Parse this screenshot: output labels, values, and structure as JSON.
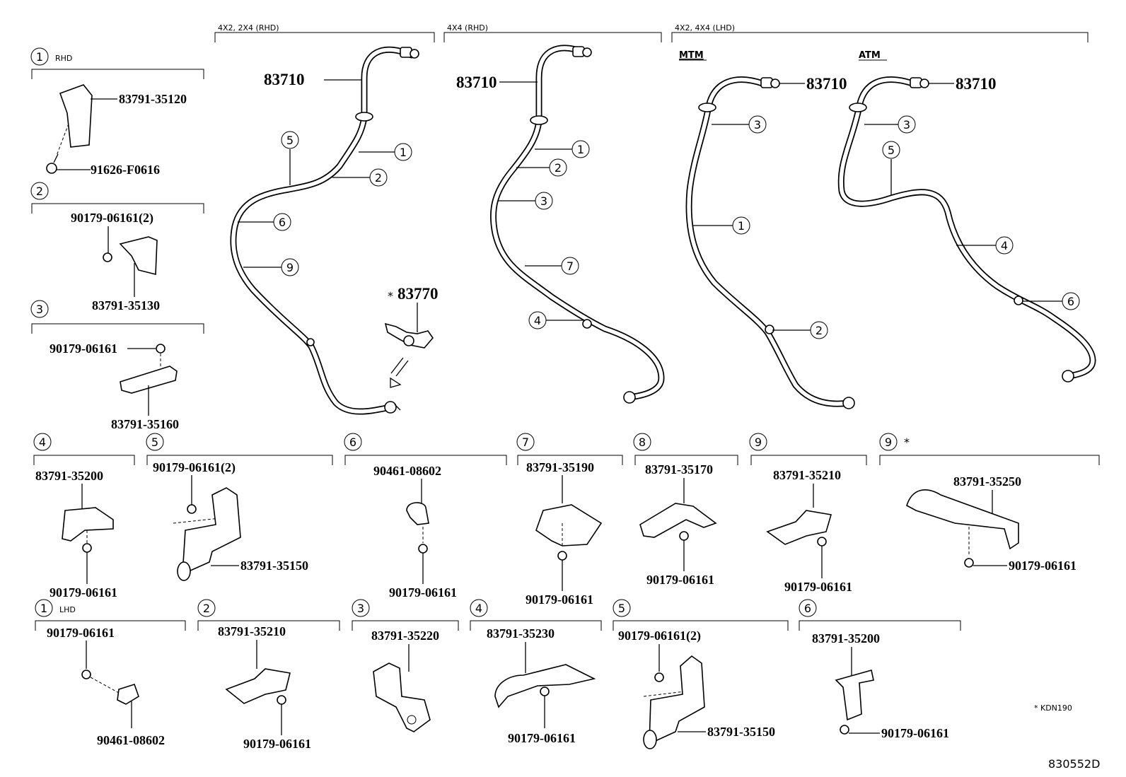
{
  "top_sections": {
    "rhd_2wd": "4X2, 2X4 (RHD)",
    "rhd_4wd": "4X4 (RHD)",
    "lhd": "4X2, 4X4 (LHD)",
    "mtm": "MTM",
    "atm": "ATM"
  },
  "hoses": {
    "hose_a": "83710",
    "hose_b": "83710",
    "hose_c": "83710",
    "hose_d": "83710",
    "sensor": "83770",
    "sensor_mark": "*"
  },
  "callouts": {
    "a": [
      "5",
      "1",
      "2",
      "6",
      "9"
    ],
    "b": [
      "1",
      "2",
      "3",
      "7",
      "4"
    ],
    "c": [
      "3",
      "1",
      "2"
    ],
    "d": [
      "3",
      "5",
      "4",
      "6"
    ]
  },
  "rhd_groups": {
    "g1": {
      "num": "1",
      "tag": "RHD",
      "parts": [
        "83791-35120",
        "91626-F0616"
      ]
    },
    "g2": {
      "num": "2",
      "parts": [
        "90179-06161(2)",
        "83791-35130"
      ]
    },
    "g3": {
      "num": "3",
      "parts": [
        "90179-06161",
        "83791-35160"
      ]
    },
    "g4": {
      "num": "4",
      "parts": [
        "83791-35200",
        "90179-06161"
      ]
    },
    "g5": {
      "num": "5",
      "parts": [
        "90179-06161(2)",
        "83791-35150"
      ]
    },
    "g6": {
      "num": "6",
      "parts": [
        "90461-08602",
        "90179-06161"
      ]
    },
    "g7": {
      "num": "7",
      "parts": [
        "83791-35190",
        "90179-06161"
      ]
    },
    "g8": {
      "num": "8",
      "parts": [
        "83791-35170",
        "90179-06161"
      ]
    },
    "g9": {
      "num": "9",
      "parts": [
        "83791-35210",
        "90179-06161"
      ]
    },
    "g9s": {
      "num": "9",
      "mark": "*",
      "parts": [
        "83791-35250",
        "90179-06161"
      ]
    }
  },
  "lhd_groups": {
    "l1": {
      "num": "1",
      "tag": "LHD",
      "parts": [
        "90179-06161",
        "90461-08602"
      ]
    },
    "l2": {
      "num": "2",
      "parts": [
        "83791-35210",
        "90179-06161"
      ]
    },
    "l3": {
      "num": "3",
      "parts": [
        "83791-35220"
      ]
    },
    "l4": {
      "num": "4",
      "parts": [
        "83791-35230",
        "90179-06161"
      ]
    },
    "l5": {
      "num": "5",
      "parts": [
        "90179-06161(2)",
        "83791-35150"
      ]
    },
    "l6": {
      "num": "6",
      "parts": [
        "83791-35200",
        "90179-06161"
      ]
    }
  },
  "footnote": "* KDN190",
  "figure_code": "830552D"
}
